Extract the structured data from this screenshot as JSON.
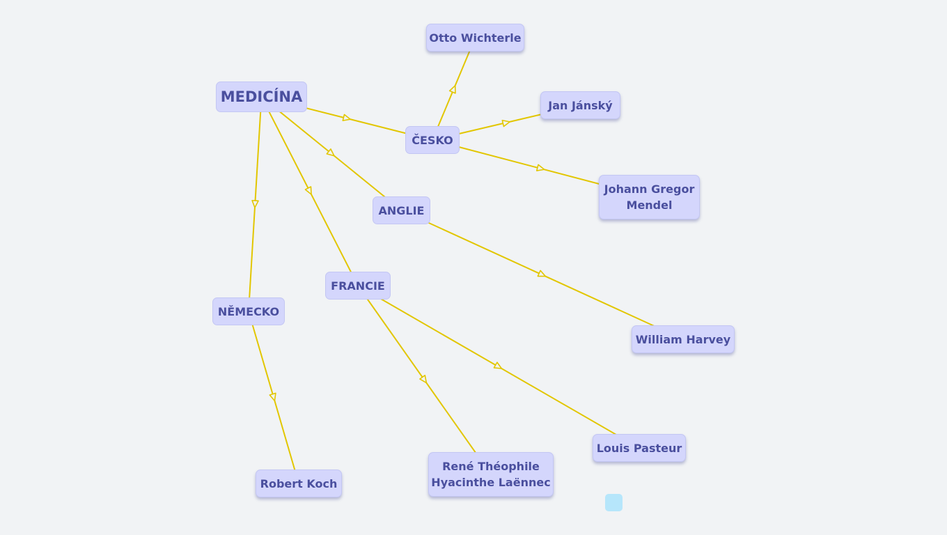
{
  "diagram": {
    "edge_color": "#e2c600",
    "node_fill": "#d4d6fc",
    "node_text_color": "#4a4f9e",
    "handle_color": "#b6e6fb",
    "nodes": [
      {
        "id": "medicina",
        "label": "MEDICÍNA"
      },
      {
        "id": "cesko",
        "label": "ČESKO"
      },
      {
        "id": "anglie",
        "label": "ANGLIE"
      },
      {
        "id": "francie",
        "label": "FRANCIE"
      },
      {
        "id": "nemecko",
        "label": "NĚMECKO"
      },
      {
        "id": "wichterle",
        "label": "Otto Wichterle"
      },
      {
        "id": "jansky",
        "label": "Jan Jánský"
      },
      {
        "id": "mendel",
        "label": "Johann Gregor\nMendel"
      },
      {
        "id": "harvey",
        "label": "William Harvey"
      },
      {
        "id": "koch",
        "label": "Robert Koch"
      },
      {
        "id": "laennec",
        "label": "René Théophile\nHyacinthe Laënnec"
      },
      {
        "id": "pasteur",
        "label": "Louis Pasteur"
      }
    ],
    "edges": [
      {
        "from": "medicina",
        "to": "cesko"
      },
      {
        "from": "medicina",
        "to": "anglie"
      },
      {
        "from": "medicina",
        "to": "francie"
      },
      {
        "from": "medicina",
        "to": "nemecko"
      },
      {
        "from": "cesko",
        "to": "wichterle"
      },
      {
        "from": "cesko",
        "to": "jansky"
      },
      {
        "from": "cesko",
        "to": "mendel"
      },
      {
        "from": "anglie",
        "to": "harvey"
      },
      {
        "from": "nemecko",
        "to": "koch"
      },
      {
        "from": "francie",
        "to": "laennec"
      },
      {
        "from": "francie",
        "to": "pasteur"
      }
    ]
  }
}
